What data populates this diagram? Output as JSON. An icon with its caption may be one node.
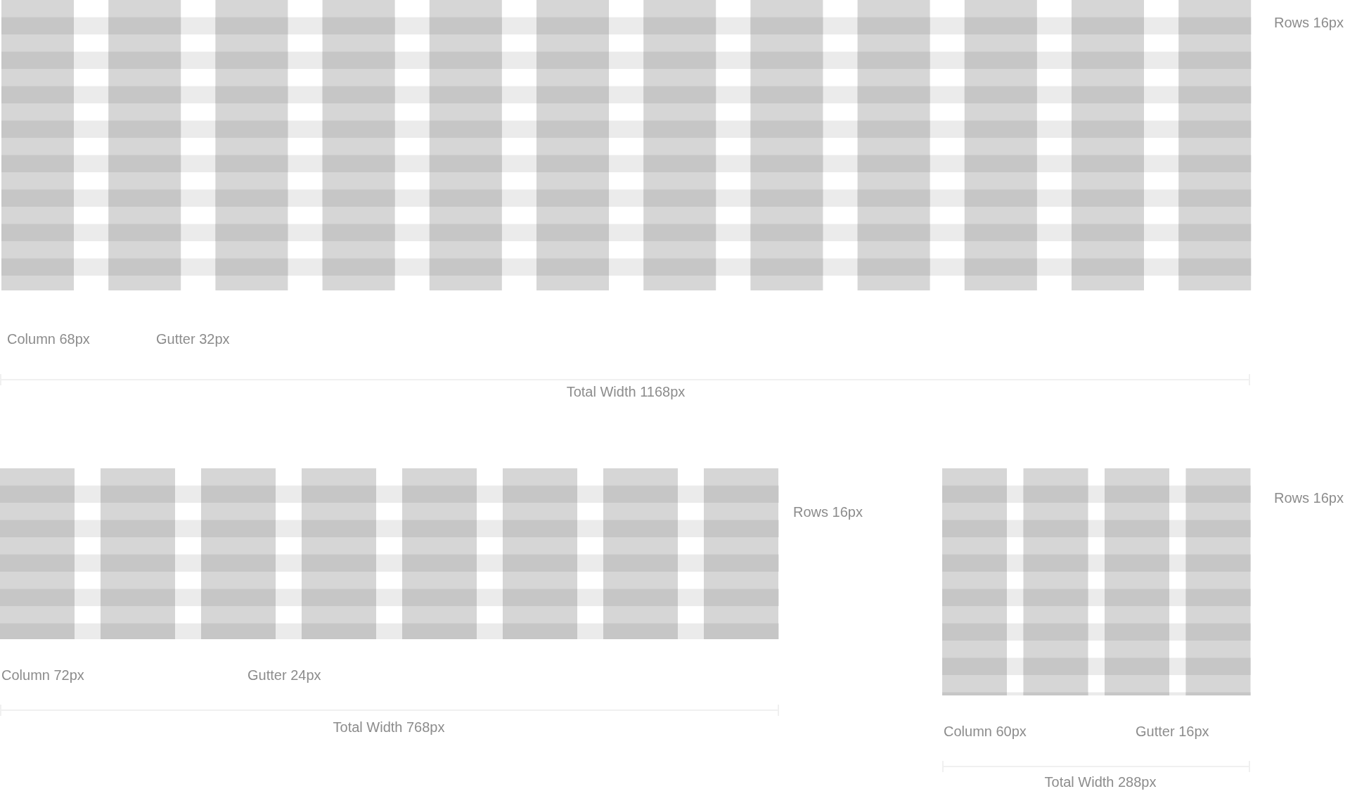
{
  "diagram": {
    "labels": [
      "Rows 16px",
      "Column 68px",
      "Gutter 32px",
      "Total Width 1168px",
      "Rows 16px",
      "Column 72px",
      "Gutter 24px",
      "Total Width 768px",
      "Rows 16px",
      "Column 60px",
      "Gutter 16px",
      "Total Width 288px"
    ]
  }
}
